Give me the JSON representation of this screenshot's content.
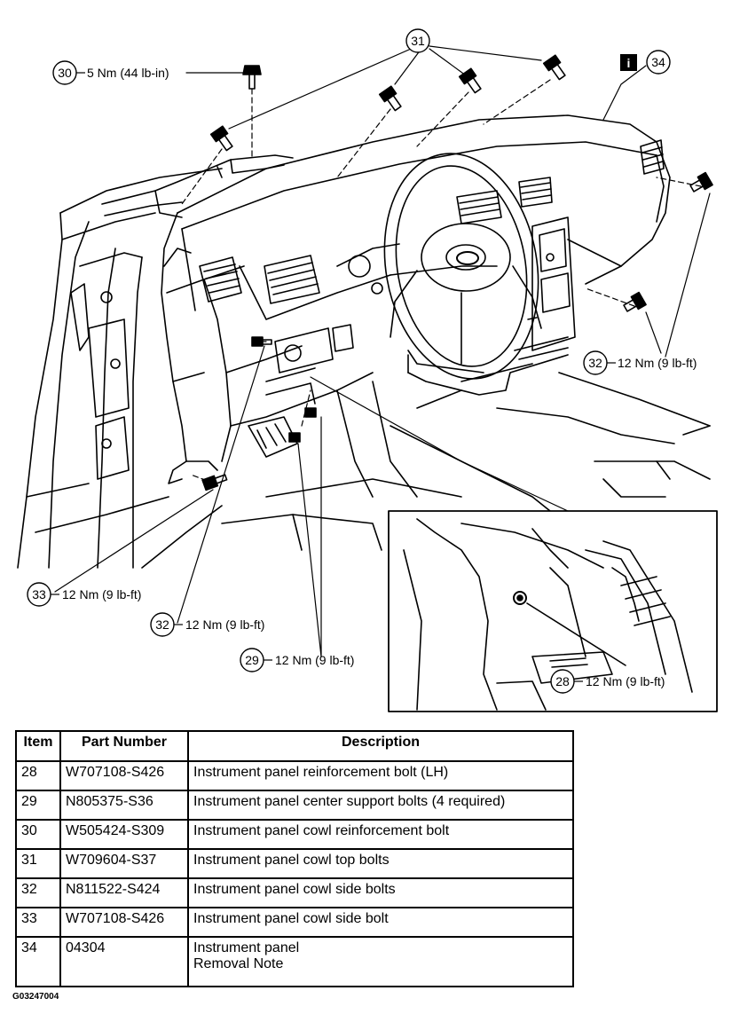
{
  "callouts": {
    "c30": {
      "num": "30",
      "spec": "5 Nm (44 lb-in)"
    },
    "c31": {
      "num": "31"
    },
    "c34": {
      "num": "34",
      "info_badge": "i"
    },
    "c32_right": {
      "num": "32",
      "spec": "12 Nm (9 lb-ft)"
    },
    "c33": {
      "num": "33",
      "spec": "12 Nm (9 lb-ft)"
    },
    "c32_left": {
      "num": "32",
      "spec": "12 Nm (9 lb-ft)"
    },
    "c29": {
      "num": "29",
      "spec": "12 Nm (9 lb-ft)"
    },
    "c28": {
      "num": "28",
      "spec": "12 Nm (9 lb-ft)"
    }
  },
  "table": {
    "headers": {
      "item": "Item",
      "part": "Part Number",
      "desc": "Description"
    },
    "rows": [
      {
        "item": "28",
        "part": "W707108-S426",
        "desc": "Instrument panel reinforcement bolt (LH)"
      },
      {
        "item": "29",
        "part": "N805375-S36",
        "desc": "Instrument panel center support bolts (4 required)"
      },
      {
        "item": "30",
        "part": "W505424-S309",
        "desc": "Instrument panel cowl reinforcement bolt"
      },
      {
        "item": "31",
        "part": "W709604-S37",
        "desc": "Instrument panel cowl top bolts"
      },
      {
        "item": "32",
        "part": "N811522-S424",
        "desc": "Instrument panel cowl side bolts"
      },
      {
        "item": "33",
        "part": "W707108-S426",
        "desc": "Instrument panel cowl side bolt"
      },
      {
        "item": "34",
        "part": "04304",
        "desc": "Instrument panel",
        "desc2": "Removal Note"
      }
    ]
  },
  "figure_id": "G03247004",
  "icons": [
    "bolt-icon",
    "info-icon",
    "ford-logo-icon"
  ]
}
